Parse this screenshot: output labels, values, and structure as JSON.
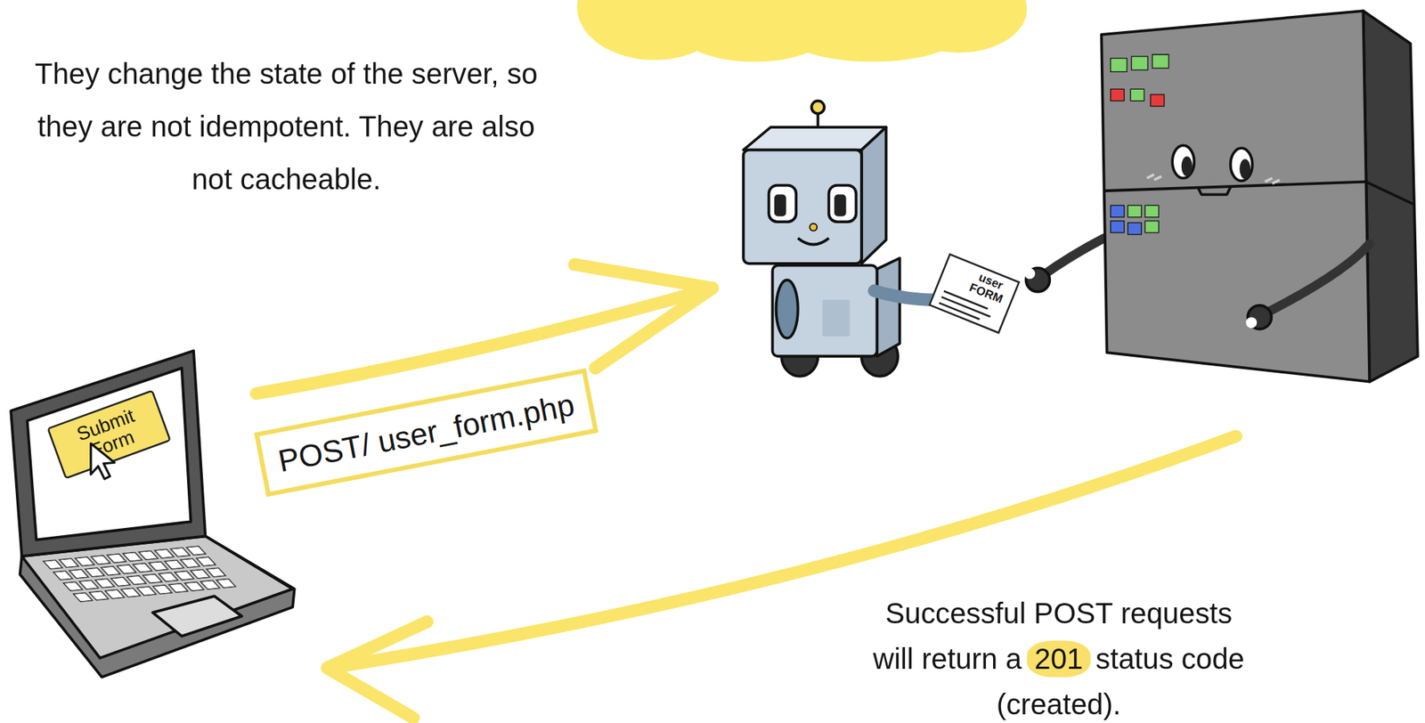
{
  "diagram": {
    "nodes": [
      {
        "text": [
          "Submit Form"
        ]
      },
      {
        "text": [
          "POST/ user_form.php"
        ]
      },
      {
        "text": [
          "user FORM"
        ]
      }
    ],
    "labels": [
      "They change the state of the server, so they are not idempotent. They are also not cacheable.",
      "Successful POST requests will return a",
      "201",
      "status code (created)."
    ]
  }
}
